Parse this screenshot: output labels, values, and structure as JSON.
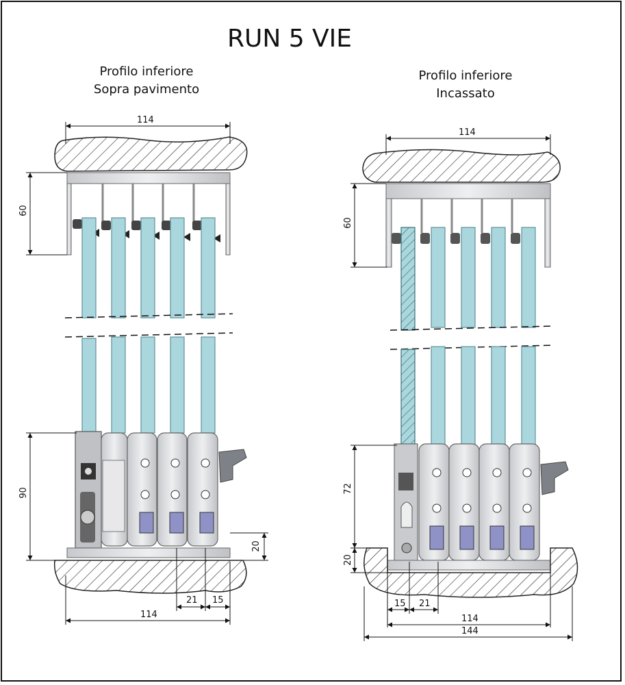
{
  "title": "RUN 5 VIE",
  "left": {
    "subtitle_line1": "Profilo inferiore",
    "subtitle_line2": "Sopra pavimento",
    "dims": {
      "top_width": "114",
      "top_height": "60",
      "bottom_height": "90",
      "floor_height": "20",
      "gap_21": "21",
      "gap_15": "15",
      "bottom_width": "114"
    }
  },
  "right": {
    "subtitle_line1": "Profilo inferiore",
    "subtitle_line2": "Incassato",
    "dims": {
      "top_width": "114",
      "top_height": "60",
      "bottom_height": "72",
      "floor_height": "20",
      "gap_15": "15",
      "gap_21": "21",
      "inner_width": "114",
      "outer_width": "144"
    }
  },
  "colors": {
    "glass": "#a9d7dd",
    "glass_edge": "#6b9ca3",
    "metal": "#d9dadd",
    "metal_dark": "#8d9096",
    "hatch": "#222222",
    "slot": "#8f92c6"
  }
}
